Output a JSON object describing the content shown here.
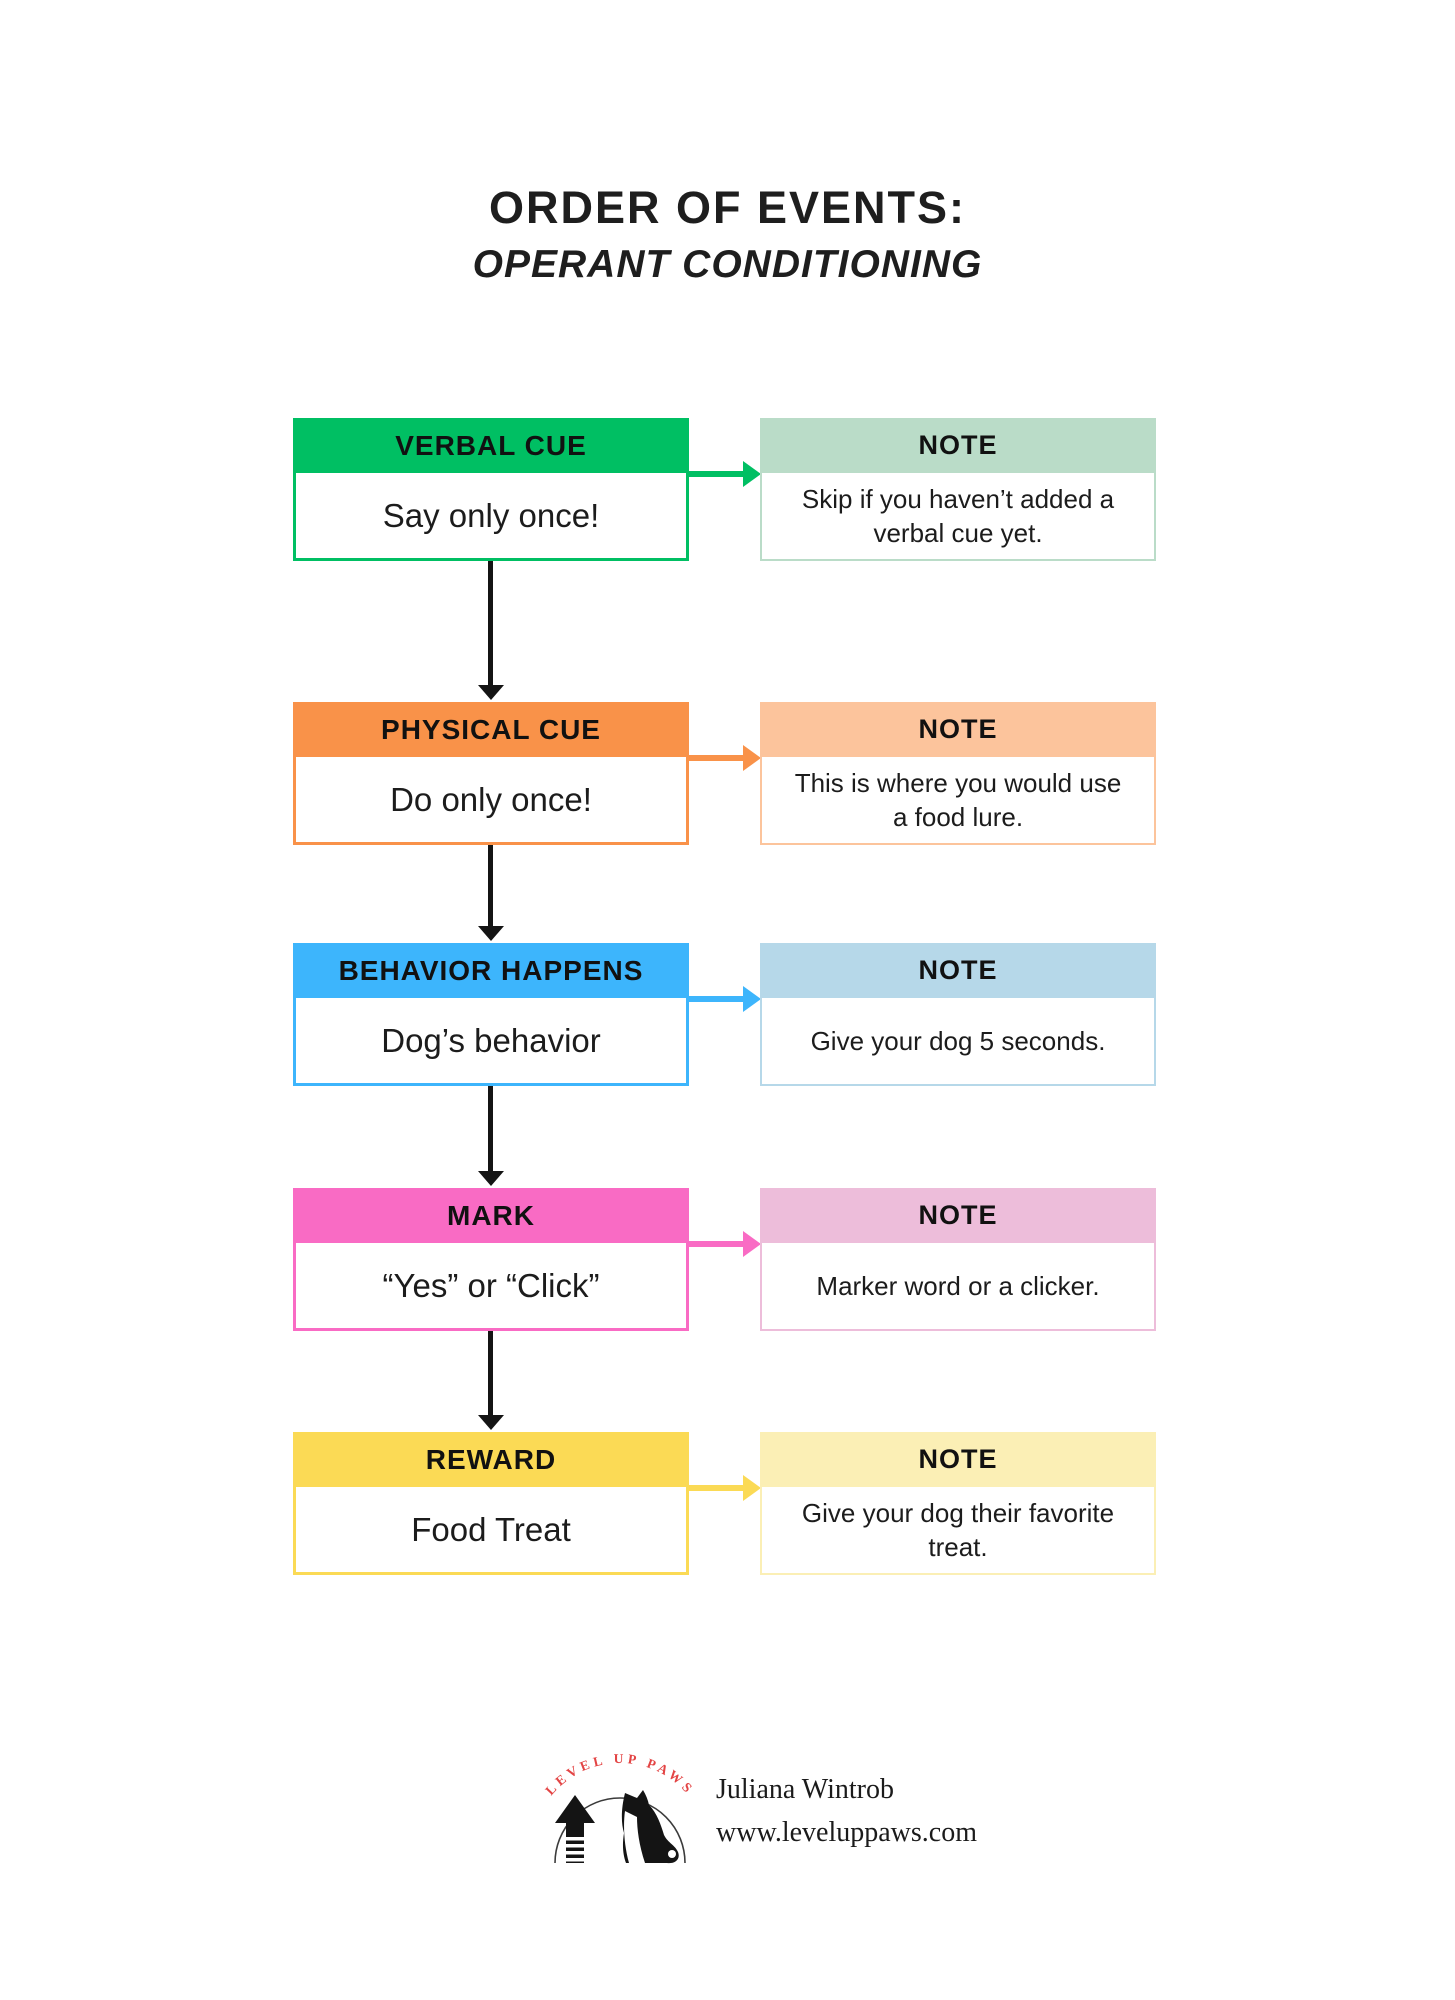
{
  "page": {
    "title": "ORDER OF EVENTS:",
    "subtitle": "OPERANT CONDITIONING"
  },
  "steps": [
    {
      "label": "VERBAL CUE",
      "value": "Say only once!",
      "note_label": "NOTE",
      "note": "Skip if you haven’t added a verbal cue yet.",
      "color": "#00BF63",
      "light_color": "#BADCC8"
    },
    {
      "label": "PHYSICAL CUE",
      "value": "Do only once!",
      "note_label": "NOTE",
      "note": "This is where you would use a food lure.",
      "color": "#F99249",
      "light_color": "#FCC49C"
    },
    {
      "label": "BEHAVIOR HAPPENS",
      "value": "Dog’s behavior",
      "note_label": "NOTE",
      "note": "Give your dog 5 seconds.",
      "color": "#3DB5FC",
      "light_color": "#B6D8E9"
    },
    {
      "label": "MARK",
      "value": "“Yes” or “Click”",
      "note_label": "NOTE",
      "note": "Marker word or a clicker.",
      "color": "#F96BC4",
      "light_color": "#EDBDDA"
    },
    {
      "label": "REWARD",
      "value": "Food Treat",
      "note_label": "NOTE",
      "note": "Give your dog their favorite treat.",
      "color": "#FBDA55",
      "light_color": "#FBEFB5"
    }
  ],
  "footer": {
    "logo_text": "LEVEL UP PAWS",
    "author": "Juliana Wintrob",
    "website": "www.leveluppaws.com"
  },
  "colors": {
    "ink": "#141414",
    "title_text": "#1E1E1E",
    "logo_red": "#E34444",
    "background": "#FFFFFF"
  }
}
